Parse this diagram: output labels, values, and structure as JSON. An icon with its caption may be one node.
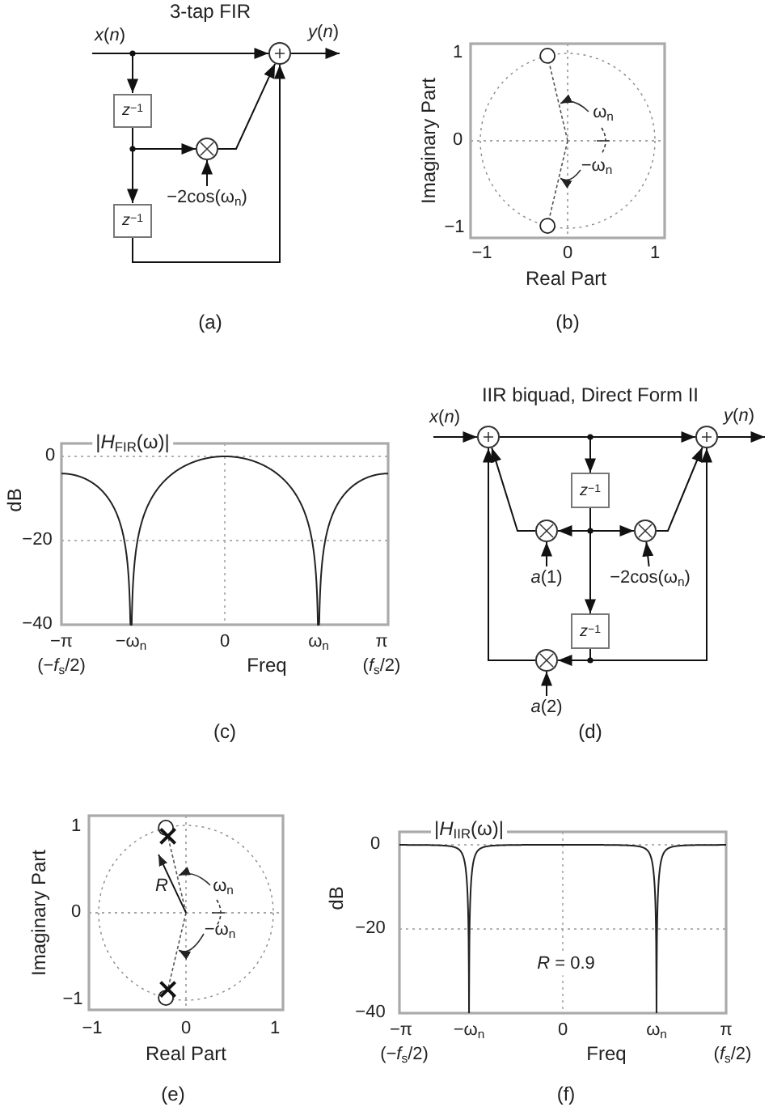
{
  "diagram": {
    "nodes": [
      {
        "text": [
          "*z*$^{−1}$"
        ]
      },
      {
        "text": [
          "*z*$^{−1}$"
        ]
      },
      {
        "text": [],
        "shape": "circle"
      },
      {
        "text": [],
        "shape": "circle"
      },
      {
        "text": [
          "−2cos(ω$_{n}$)"
        ]
      },
      {
        "text": [],
        "shape": "circle"
      },
      {
        "text": [],
        "shape": "circle"
      },
      {
        "text": [
          "*z*$^{−1}$"
        ]
      },
      {
        "text": [
          "*z*$^{−1}$"
        ]
      },
      {
        "text": [],
        "shape": "circle"
      },
      {
        "text": [],
        "shape": "circle"
      },
      {
        "text": [],
        "shape": "circle"
      },
      {
        "text": [
          "*a*(1)"
        ]
      },
      {
        "text": [
          "−2cos(ω$_{n}$)"
        ]
      },
      {
        "text": [
          "*a*(2)"
        ]
      },
      {
        "text": [
          "*x*(*n*)"
        ]
      },
      {
        "text": [
          "*y*(*n*)"
        ]
      },
      {
        "text": [
          "*x*(*n*)"
        ]
      },
      {
        "text": [
          "*y*(*n*)"
        ]
      }
    ],
    "edges": [
      {
        "from": 15,
        "to": 3,
        "arrow": "to"
      },
      {
        "from": 15,
        "to": 0,
        "arrow": "to"
      },
      {
        "from": 0,
        "to": 1,
        "arrow": "to"
      },
      {
        "from": 0,
        "to": 2,
        "arrow": "to"
      },
      {
        "from": 2,
        "to": 3,
        "arrow": "to"
      },
      {
        "from": 1,
        "to": 3,
        "arrow": "to"
      },
      {
        "from": 4,
        "to": 2,
        "arrow": "to"
      },
      {
        "from": 3,
        "to": 16,
        "arrow": "to"
      },
      {
        "from": 17,
        "to": 5,
        "arrow": "to"
      },
      {
        "from": 5,
        "to": 7,
        "arrow": "to"
      },
      {
        "from": 5,
        "to": 6,
        "arrow": "to"
      },
      {
        "from": 7,
        "to": 9,
        "arrow": "to"
      },
      {
        "from": 7,
        "to": 10,
        "arrow": "to"
      },
      {
        "from": 7,
        "to": 8,
        "arrow": "to"
      },
      {
        "from": 9,
        "to": 5,
        "arrow": "to"
      },
      {
        "from": 10,
        "to": 6,
        "arrow": "to"
      },
      {
        "from": 8,
        "to": 11,
        "arrow": "to"
      },
      {
        "from": 8,
        "to": 6,
        "arrow": "to"
      },
      {
        "from": 11,
        "to": 5,
        "arrow": "to"
      },
      {
        "from": 12,
        "to": 9,
        "arrow": "to"
      },
      {
        "from": 13,
        "to": 10,
        "arrow": "to"
      },
      {
        "from": 14,
        "to": 11,
        "arrow": "to"
      },
      {
        "from": 6,
        "to": 18,
        "arrow": "to"
      }
    ],
    "labels": [
      "3-tap FIR",
      "1",
      "0",
      "−1",
      "Imaginary Part",
      "ω$_{n}$",
      "−ω$_{n}$",
      "−1",
      "0",
      "1",
      "Real Part",
      "(a)",
      "(b)",
      "IIR biquad, Direct Form II",
      "|*H*$_{FIR}$(ω)|",
      "0",
      "dB",
      "−20",
      "−40",
      "−π",
      "−ω$_{n}$",
      "0",
      "ω$_{n}$",
      "π",
      "(−*f*$_{s}$/2)",
      "Freq",
      "(*f*$_{s}$/2)",
      "(c)",
      "(d)",
      "|*H*$_{IIR}$(ω)|",
      "1",
      "0",
      "−1",
      "Imaginary Part",
      "*R*",
      "ω$_{n}$",
      "−ω$_{n}$",
      "0",
      "dB",
      "−20",
      "*R* = 0.9",
      "−40",
      "−1",
      "0",
      "1",
      "−π",
      "−ω$_{n}$",
      "0",
      "ω$_{n}$",
      "π",
      "Real Part",
      "(−*f*$_{s}$/2)",
      "Freq",
      "(*f*$_{s}$/2)",
      "(e)",
      "(f)"
    ]
  }
}
